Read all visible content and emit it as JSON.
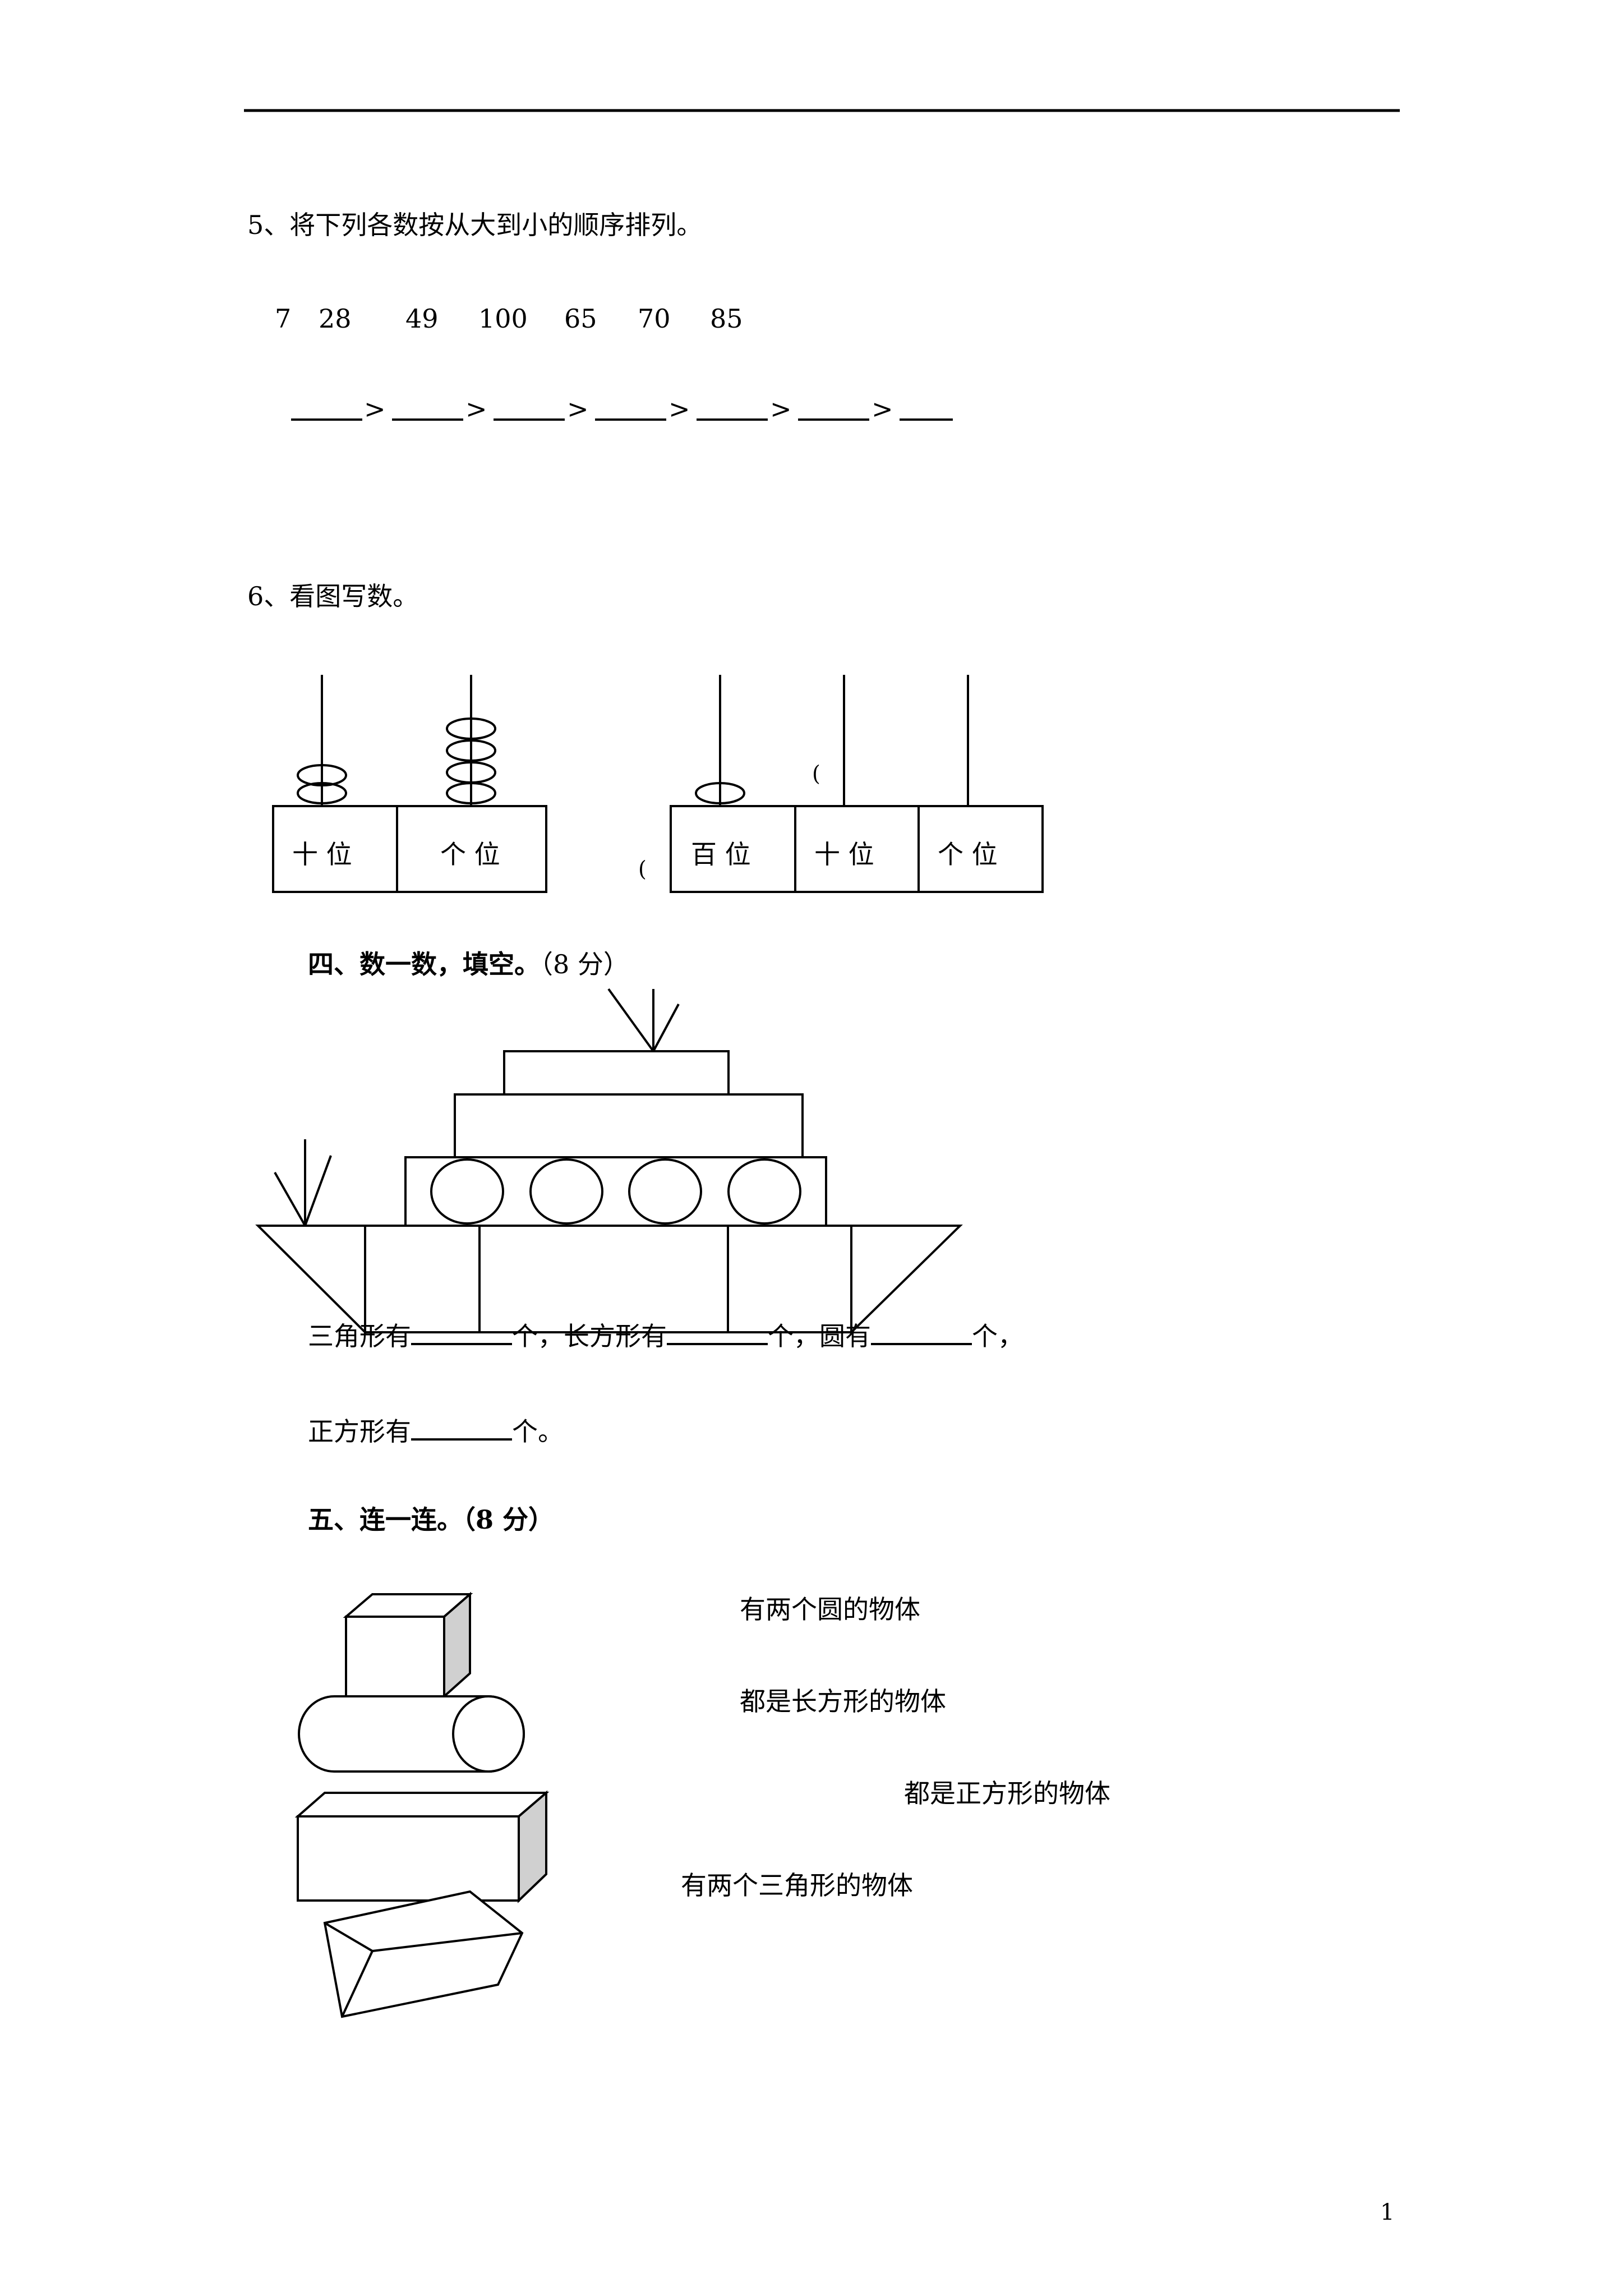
{
  "q5": {
    "title": "5、将下列各数按从大到小的顺序排列。",
    "numbers": [
      "7",
      "28",
      "49",
      "100",
      "65",
      "70",
      "85"
    ],
    "order_symbol": ">"
  },
  "q6": {
    "title": "6、看图写数。",
    "abacus_left": {
      "labels": [
        "十 位",
        "个 位"
      ],
      "beads": [
        2,
        4
      ]
    },
    "abacus_right": {
      "labels": [
        "百 位",
        "十 位",
        "个 位"
      ],
      "beads": [
        1,
        0,
        0
      ]
    },
    "paren_mark": "("
  },
  "s4": {
    "title": "四、数一数，填空。",
    "score": "（8 分）",
    "line1": {
      "a": "三角形有",
      "b": "个，长方形有",
      "c": "个，圆有",
      "d": "个，"
    },
    "line2": {
      "a": "正方形有",
      "b": "个。"
    }
  },
  "s5": {
    "title": "五、连一连。",
    "score": "（8 分）",
    "labels": [
      "有两个圆的物体",
      "都是长方形的物体",
      "都是正方形的物体",
      "有两个三角形的物体"
    ]
  },
  "page_number": "1"
}
